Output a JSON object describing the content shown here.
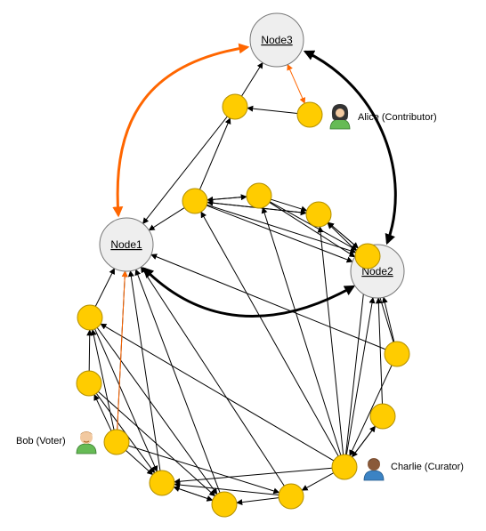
{
  "nodes": {
    "node1": "Node1",
    "node2": "Node2",
    "node3": "Node3"
  },
  "users": {
    "alice": "Alice (Contributor)",
    "bob": "Bob (Voter)",
    "charlie": "Charlie (Curator)"
  },
  "colors": {
    "peer_fill": "#ffcc00",
    "peer_stroke": "#b38f00",
    "server_fill": "#eeeeee",
    "server_stroke": "#777777",
    "orange_edge": "#ff6600",
    "edge": "#000000"
  }
}
